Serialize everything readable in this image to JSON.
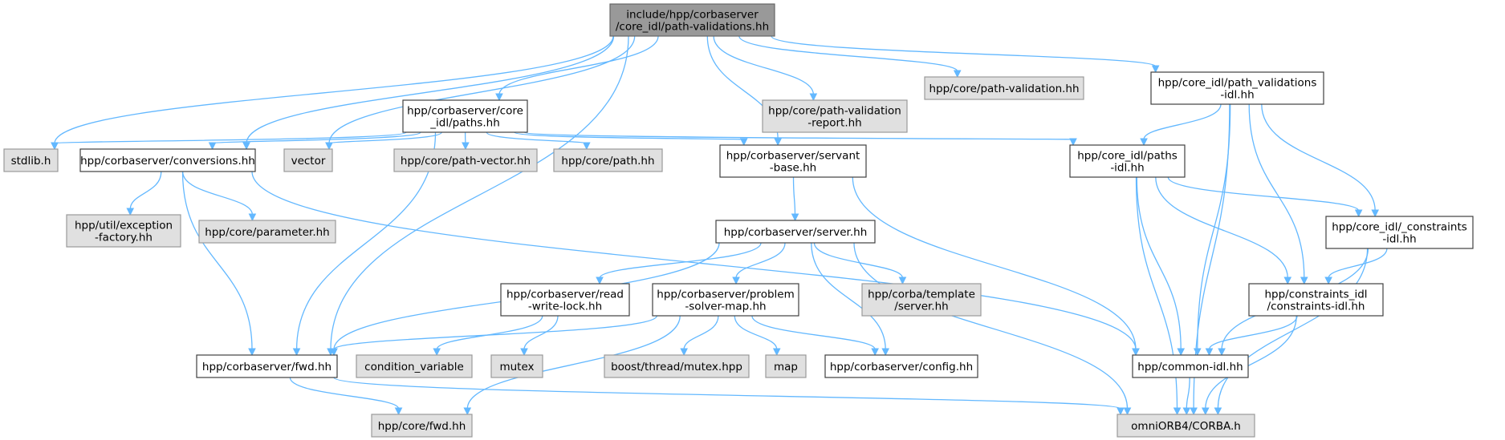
{
  "graph": {
    "nodes": [
      {
        "id": "root",
        "kind": "root",
        "lines": [
          "include/hpp/corbaserver",
          "/core_idl/path-validations.hh"
        ]
      },
      {
        "id": "stdlib",
        "kind": "system",
        "lines": [
          "stdlib.h"
        ]
      },
      {
        "id": "conversions",
        "kind": "local",
        "lines": [
          "hpp/corbaserver/conversions.hh"
        ]
      },
      {
        "id": "vector",
        "kind": "system",
        "lines": [
          "vector"
        ]
      },
      {
        "id": "paths",
        "kind": "local",
        "lines": [
          "hpp/corbaserver/core",
          "_idl/paths.hh"
        ]
      },
      {
        "id": "pvreport",
        "kind": "system",
        "lines": [
          "hpp/core/path-validation",
          "-report.hh"
        ]
      },
      {
        "id": "pathvalidation",
        "kind": "system",
        "lines": [
          "hpp/core/path-validation.hh"
        ]
      },
      {
        "id": "pvidl",
        "kind": "local",
        "lines": [
          "hpp/core_idl/path_validations",
          "-idl.hh"
        ]
      },
      {
        "id": "pathvector",
        "kind": "system",
        "lines": [
          "hpp/core/path-vector.hh"
        ]
      },
      {
        "id": "corepath",
        "kind": "system",
        "lines": [
          "hpp/core/path.hh"
        ]
      },
      {
        "id": "servantbase",
        "kind": "local",
        "lines": [
          "hpp/corbaserver/servant",
          "-base.hh"
        ]
      },
      {
        "id": "pathsidl",
        "kind": "local",
        "lines": [
          "hpp/core_idl/paths",
          "-idl.hh"
        ]
      },
      {
        "id": "exception",
        "kind": "system",
        "lines": [
          "hpp/util/exception",
          "-factory.hh"
        ]
      },
      {
        "id": "parameter",
        "kind": "system",
        "lines": [
          "hpp/core/parameter.hh"
        ]
      },
      {
        "id": "server",
        "kind": "local",
        "lines": [
          "hpp/corbaserver/server.hh"
        ]
      },
      {
        "id": "constraints",
        "kind": "local",
        "lines": [
          "hpp/core_idl/_constraints",
          "-idl.hh"
        ]
      },
      {
        "id": "rwlock",
        "kind": "local",
        "lines": [
          "hpp/corbaserver/read",
          "-write-lock.hh"
        ]
      },
      {
        "id": "psmap",
        "kind": "local",
        "lines": [
          "hpp/corbaserver/problem",
          "-solver-map.hh"
        ]
      },
      {
        "id": "template",
        "kind": "system",
        "lines": [
          "hpp/corba/template",
          "/server.hh"
        ]
      },
      {
        "id": "constraintsidl",
        "kind": "local",
        "lines": [
          "hpp/constraints_idl",
          "/constraints-idl.hh"
        ]
      },
      {
        "id": "fwd",
        "kind": "local",
        "lines": [
          "hpp/corbaserver/fwd.hh"
        ]
      },
      {
        "id": "condvar",
        "kind": "system",
        "lines": [
          "condition_variable"
        ]
      },
      {
        "id": "mutex",
        "kind": "system",
        "lines": [
          "mutex"
        ]
      },
      {
        "id": "boostmutex",
        "kind": "system",
        "lines": [
          "boost/thread/mutex.hpp"
        ]
      },
      {
        "id": "map",
        "kind": "system",
        "lines": [
          "map"
        ]
      },
      {
        "id": "config",
        "kind": "local",
        "lines": [
          "hpp/corbaserver/config.hh"
        ]
      },
      {
        "id": "commonidl",
        "kind": "local",
        "lines": [
          "hpp/common-idl.hh"
        ]
      },
      {
        "id": "corefwd",
        "kind": "system",
        "lines": [
          "hpp/core/fwd.hh"
        ]
      },
      {
        "id": "corba",
        "kind": "system",
        "lines": [
          "omniORB4/CORBA.h"
        ]
      }
    ]
  },
  "colors": {
    "edge": "#63b8ff",
    "root_fill": "#999999",
    "system_fill": "#e0e0e0",
    "local_fill": "#ffffff"
  }
}
